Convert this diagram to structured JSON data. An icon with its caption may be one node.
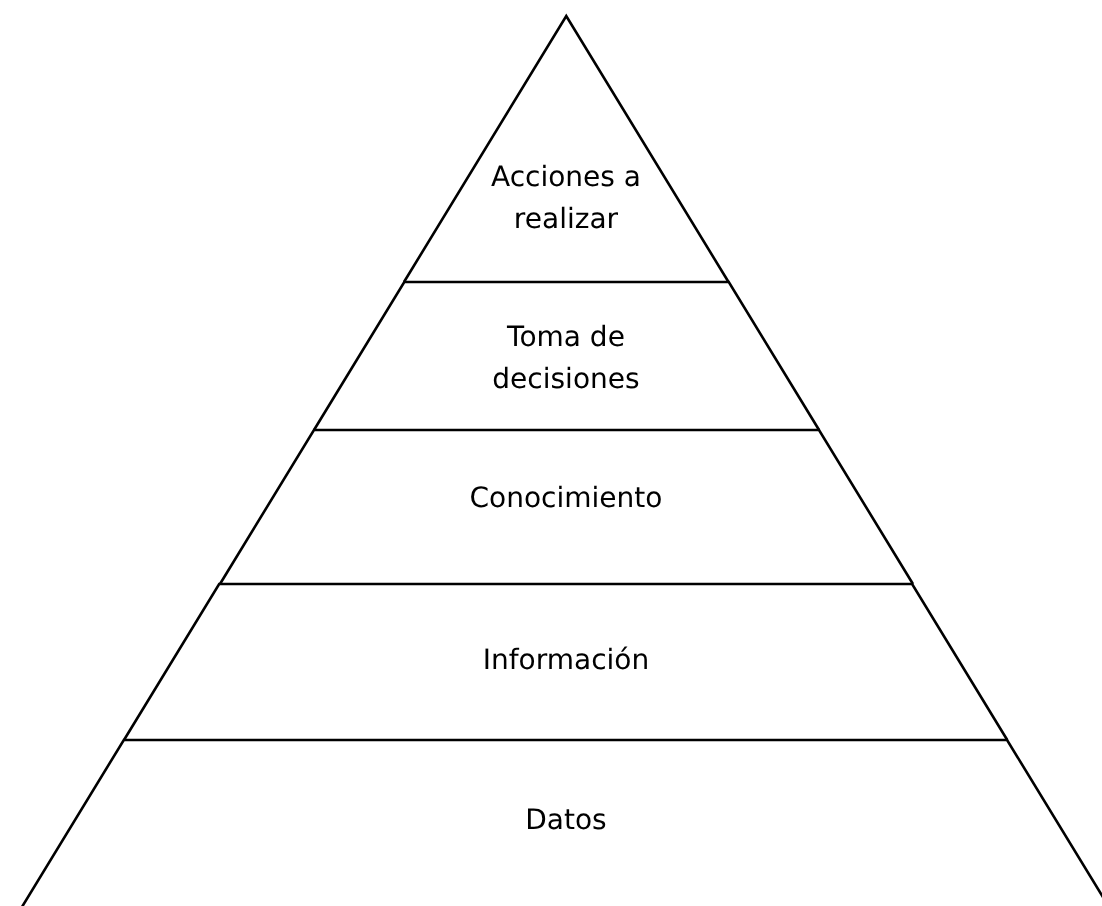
{
  "diagram": {
    "nodes": [
      {
        "text": [
          "Acciones a realizar"
        ]
      },
      {
        "text": [
          "Toma de decisiones"
        ]
      },
      {
        "text": [
          "Conocimiento"
        ]
      },
      {
        "text": [
          "Información"
        ]
      },
      {
        "text": [
          "Datos"
        ]
      }
    ]
  }
}
